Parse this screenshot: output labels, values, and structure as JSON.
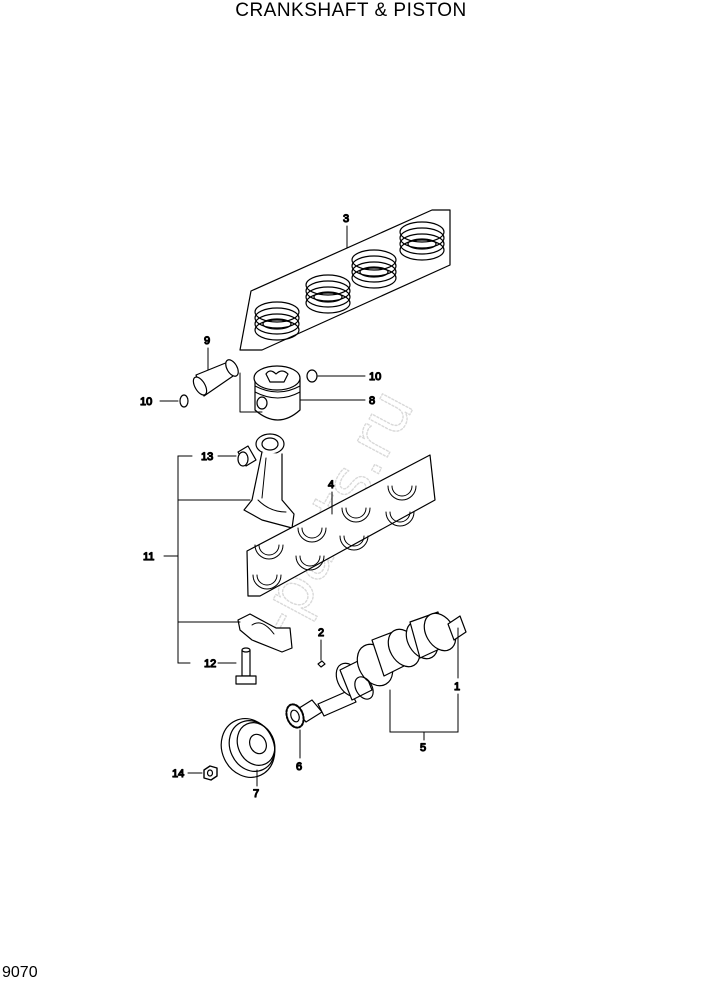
{
  "title": "CRANKSHAFT & PISTON",
  "page_number": "9070",
  "watermark": "-parts.ru",
  "callouts": {
    "c1": "1",
    "c2": "2",
    "c3": "3",
    "c4": "4",
    "c5": "5",
    "c6": "6",
    "c7": "7",
    "c8": "8",
    "c9": "9",
    "c10a": "10",
    "c10b": "10",
    "c11": "11",
    "c12": "12",
    "c13": "13",
    "c14": "14"
  }
}
